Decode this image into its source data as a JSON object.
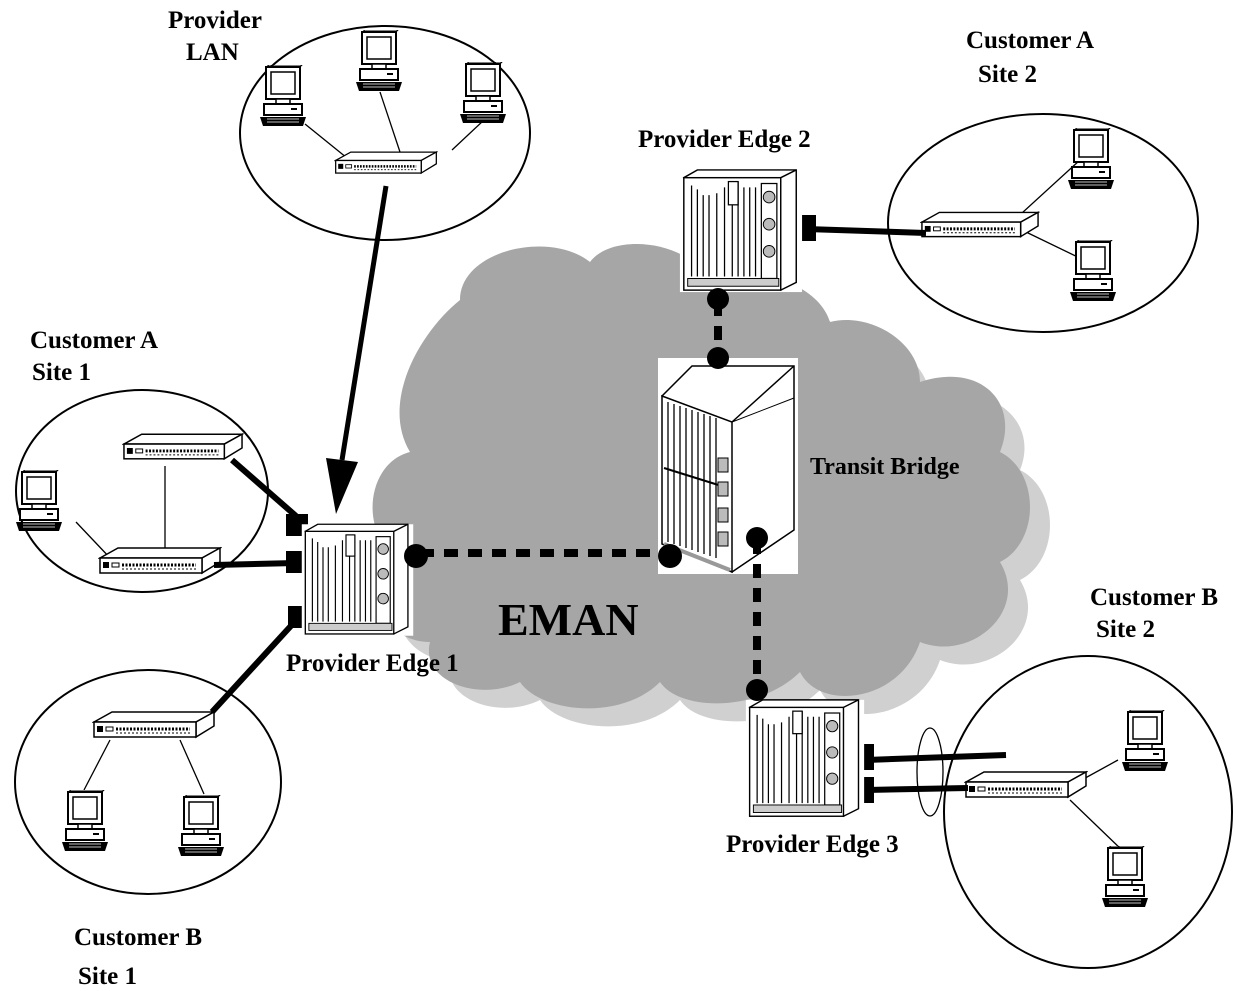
{
  "labels": {
    "provider_lan_1": "Provider",
    "provider_lan_2": "LAN",
    "cust_a_site2_1": "Customer A",
    "cust_a_site2_2": "Site 2",
    "provider_edge_2": "Provider Edge 2",
    "cust_a_site1_1": "Customer A",
    "cust_a_site1_2": "Site 1",
    "transit_bridge": "Transit Bridge",
    "eman": "EMAN",
    "cust_b_site2_1": "Customer B",
    "cust_b_site2_2": "Site 2",
    "provider_edge_1": "Provider Edge 1",
    "provider_edge_3": "Provider Edge 3",
    "cust_b_site1_1": "Customer B",
    "cust_b_site1_2": "Site 1"
  },
  "colors": {
    "cloud_fill": "#a6a6a6",
    "cloud_shadow": "#d0d0d0",
    "line": "#000000",
    "device_face": "#ffffff"
  }
}
